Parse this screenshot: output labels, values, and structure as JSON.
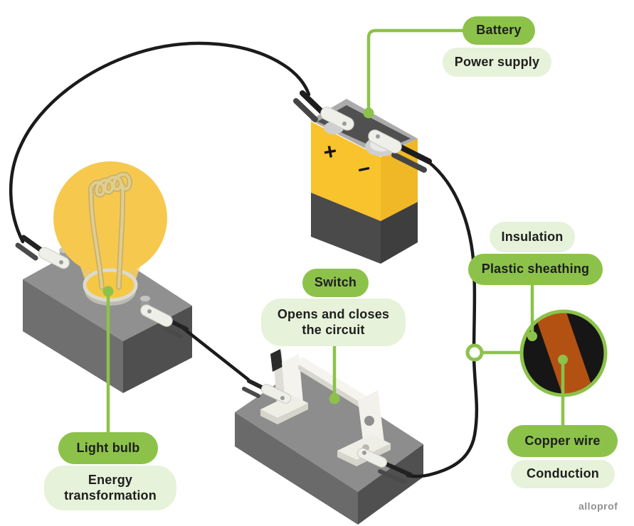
{
  "palette": {
    "accent_green": "#8CC24A",
    "pill_light_green": "#E6F2D9",
    "text_dark": "#1E1E1E",
    "copper": "#B35112",
    "sheathing_black": "#161616",
    "battery_yellow": "#F9C32D",
    "bulb_yellow": "#F6C94E",
    "wire_black": "#1B1B1B"
  },
  "callouts": {
    "battery": {
      "term": "Battery",
      "description": "Power supply"
    },
    "switch": {
      "term": "Switch",
      "description": "Opens and closes the circuit"
    },
    "light_bulb": {
      "term": "Light bulb",
      "description": "Energy transformation"
    },
    "plastic_sheathing": {
      "function": "Insulation",
      "term": "Plastic sheathing"
    },
    "copper_wire": {
      "term": "Copper wire",
      "function": "Conduction"
    }
  },
  "battery_markings": {
    "positive": "+",
    "negative": "−"
  },
  "watermark": "alloprof"
}
